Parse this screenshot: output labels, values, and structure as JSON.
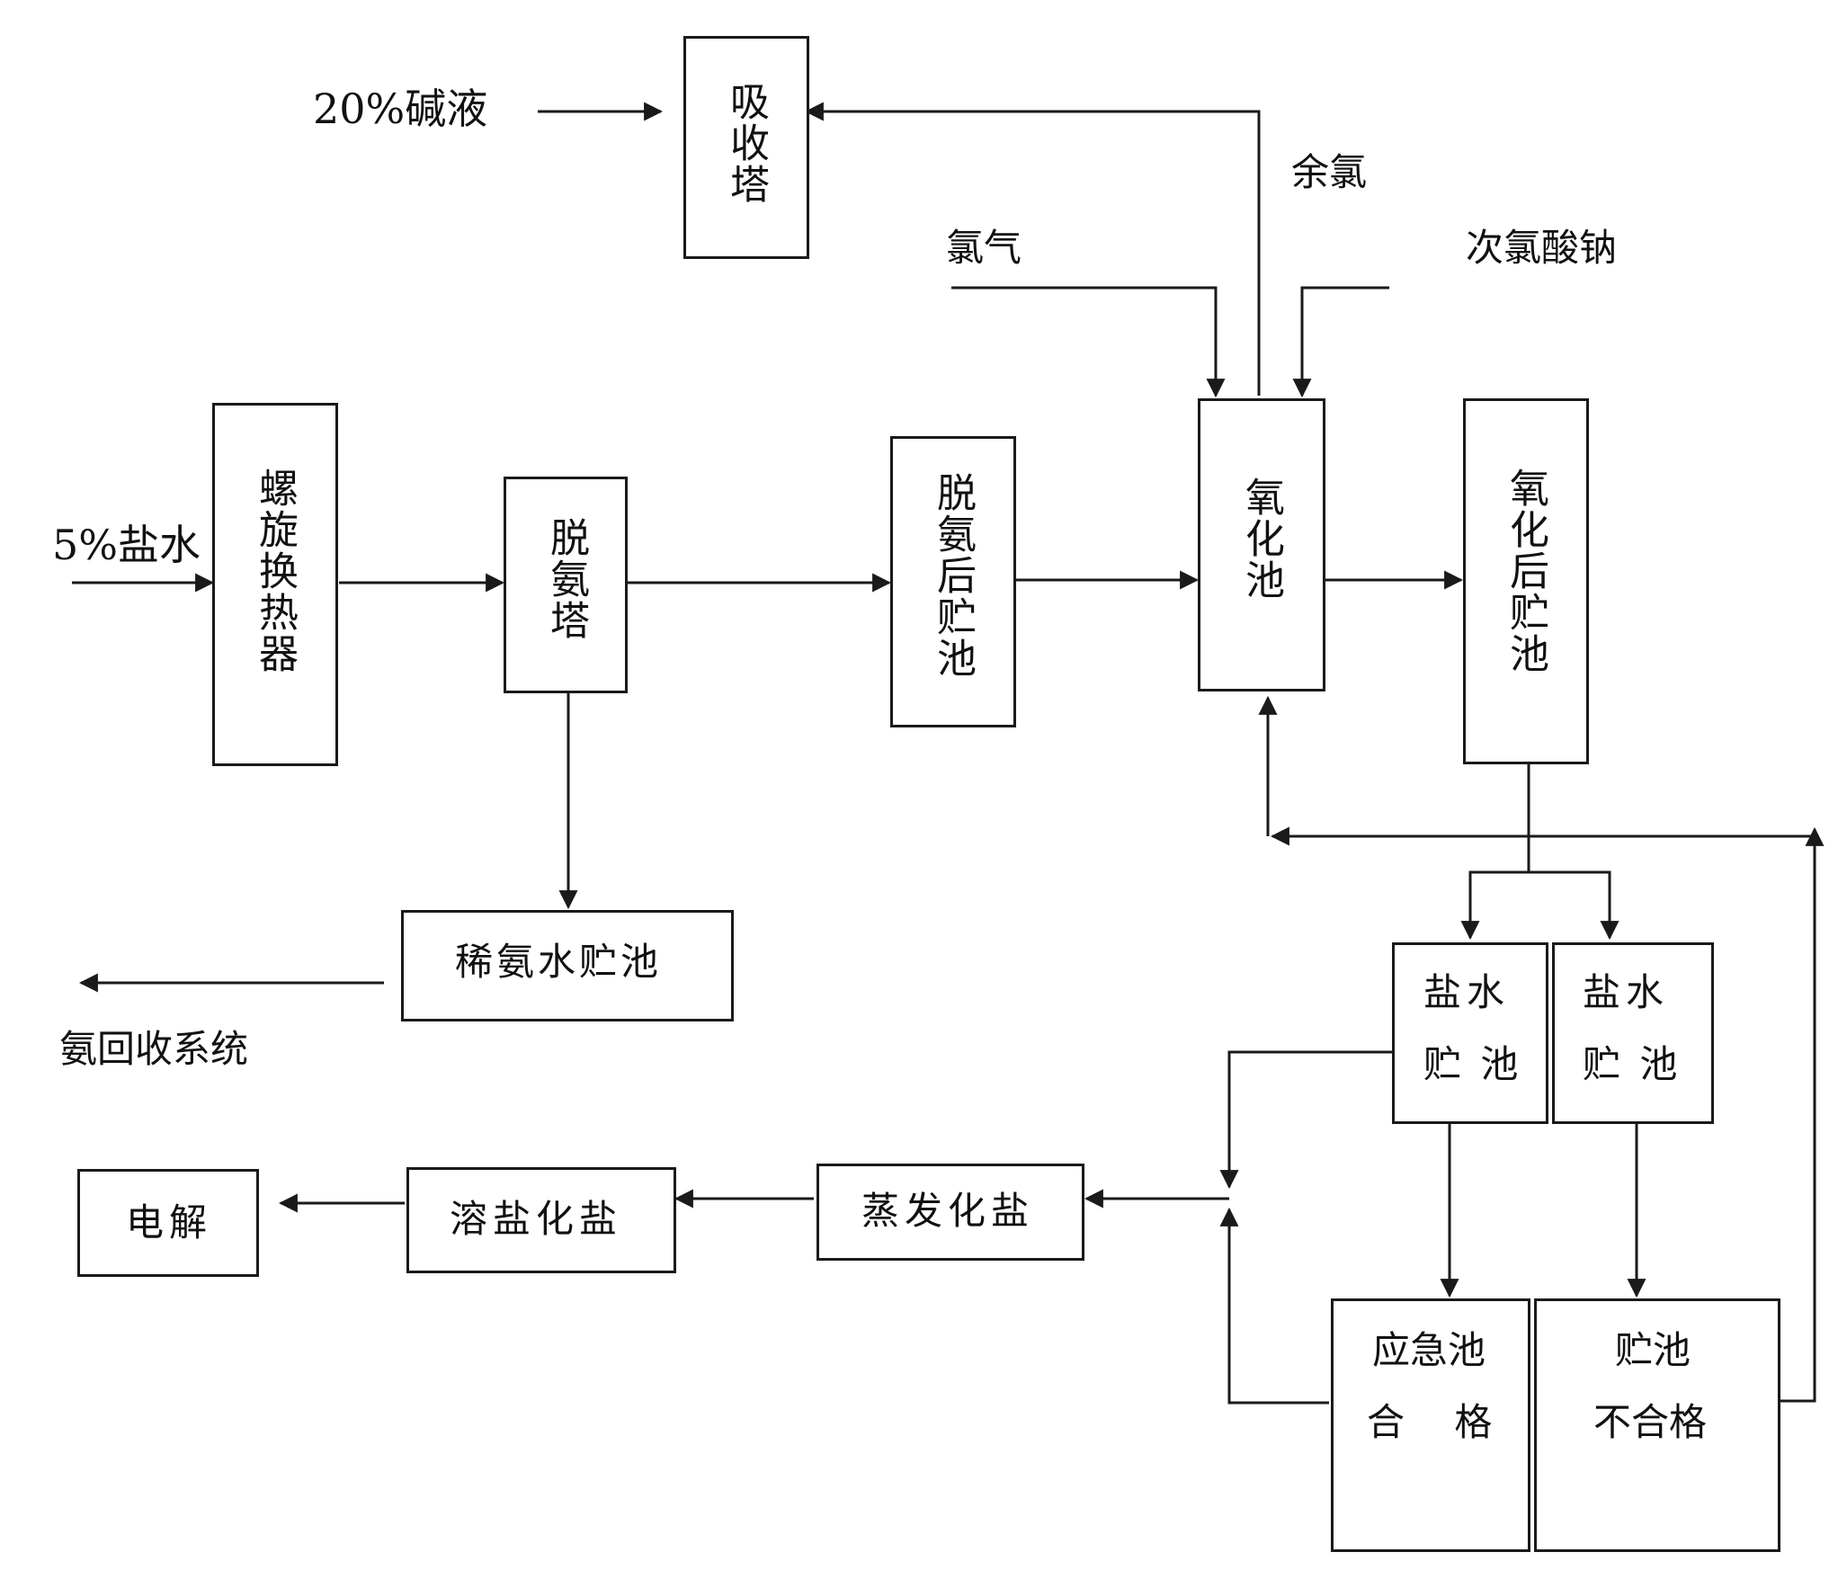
{
  "inputs": {
    "alkali": "20%碱液",
    "brine": "5%盐水",
    "chlorine_gas": "氯气",
    "hypochlorite": "次氯酸钠",
    "residual_chlorine": "余氯",
    "ammonia_recovery": "氨回收系统"
  },
  "boxes": {
    "absorption_tower": "吸收塔",
    "spiral_exchanger": "螺旋换热器",
    "deammonia_tower": "脱氨塔",
    "post_deammonia_tank": "脱氨后贮池",
    "oxidation_tank": "氧化池",
    "post_oxidation_tank": "氧化后贮池",
    "dilute_ammonia_tank": "稀氨水贮池",
    "brine_tank_1_line1": "盐水",
    "brine_tank_1_line2": "贮 池",
    "brine_tank_2_line1": "盐水",
    "brine_tank_2_line2": "贮 池",
    "emergency_line1": "应急池",
    "emergency_line2": "合　 格",
    "reject_line1": "贮池",
    "reject_line2": "不合格",
    "evaporation": "蒸发化盐",
    "dissolve": "溶盐化盐",
    "electrolysis": "电解"
  }
}
